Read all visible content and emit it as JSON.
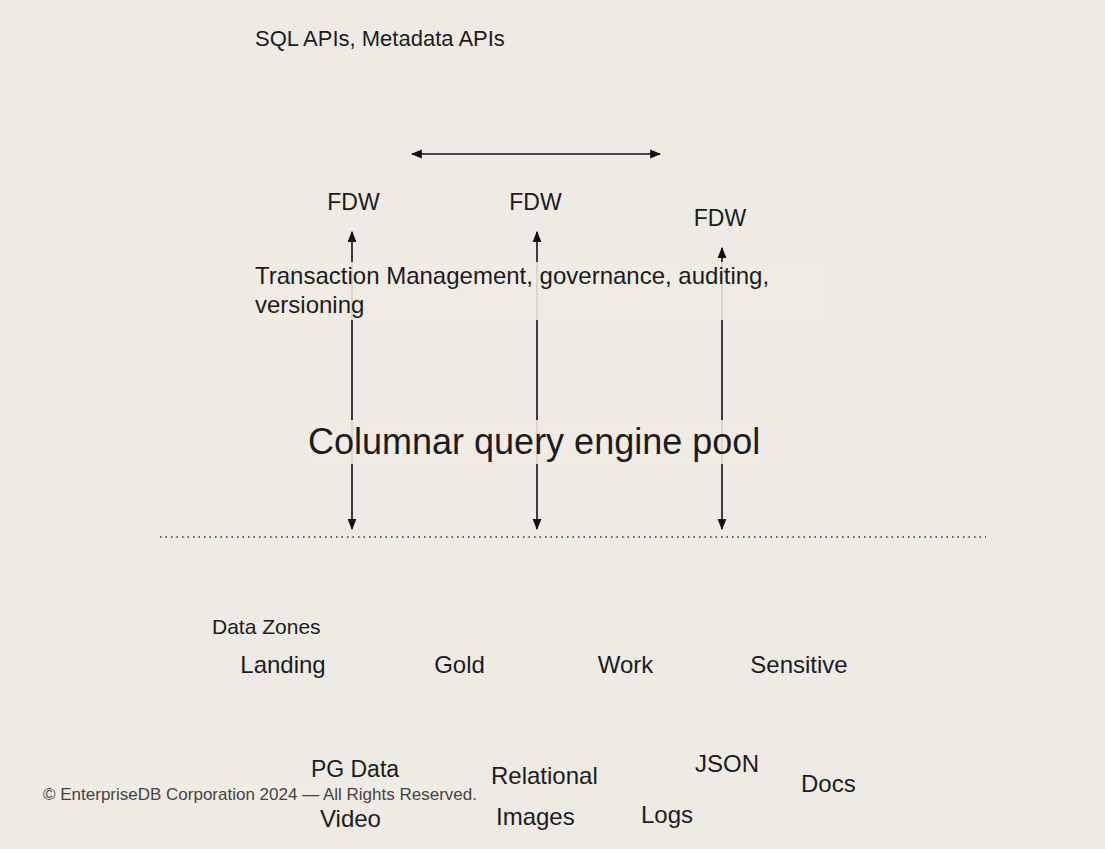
{
  "diagram": {
    "nodes": [
      {
        "text": [
          "SQL APIs, Metadata APIs"
        ]
      },
      {
        "text": [
          "FDW"
        ]
      },
      {
        "text": [
          "FDW"
        ]
      },
      {
        "text": [
          "FDW"
        ]
      },
      {
        "text": [
          "Transaction Management, governance, auditing, versioning"
        ]
      },
      {
        "text": [
          "Columnar query engine pool"
        ]
      },
      {
        "text": [
          "Data Zones"
        ]
      },
      {
        "text": [
          "Landing"
        ],
        "in": 6
      },
      {
        "text": [
          "Gold"
        ],
        "in": 6
      },
      {
        "text": [
          "Work"
        ],
        "in": 6
      },
      {
        "text": [
          "Sensitive"
        ],
        "in": 6
      },
      {
        "text": [
          "JSON",
          "Docs",
          "Video",
          "Images",
          "Logs"
        ]
      },
      {
        "text": [
          "Relational"
        ],
        "in": 11
      },
      {
        "text": [
          "PG Data"
        ],
        "in": 12
      }
    ],
    "edges": [
      {
        "from": 1,
        "to": 3,
        "arrow": "both"
      }
    ],
    "labels": [
      "© EnterpriseDB Corporation 2024 — All Rights Reserved."
    ]
  }
}
